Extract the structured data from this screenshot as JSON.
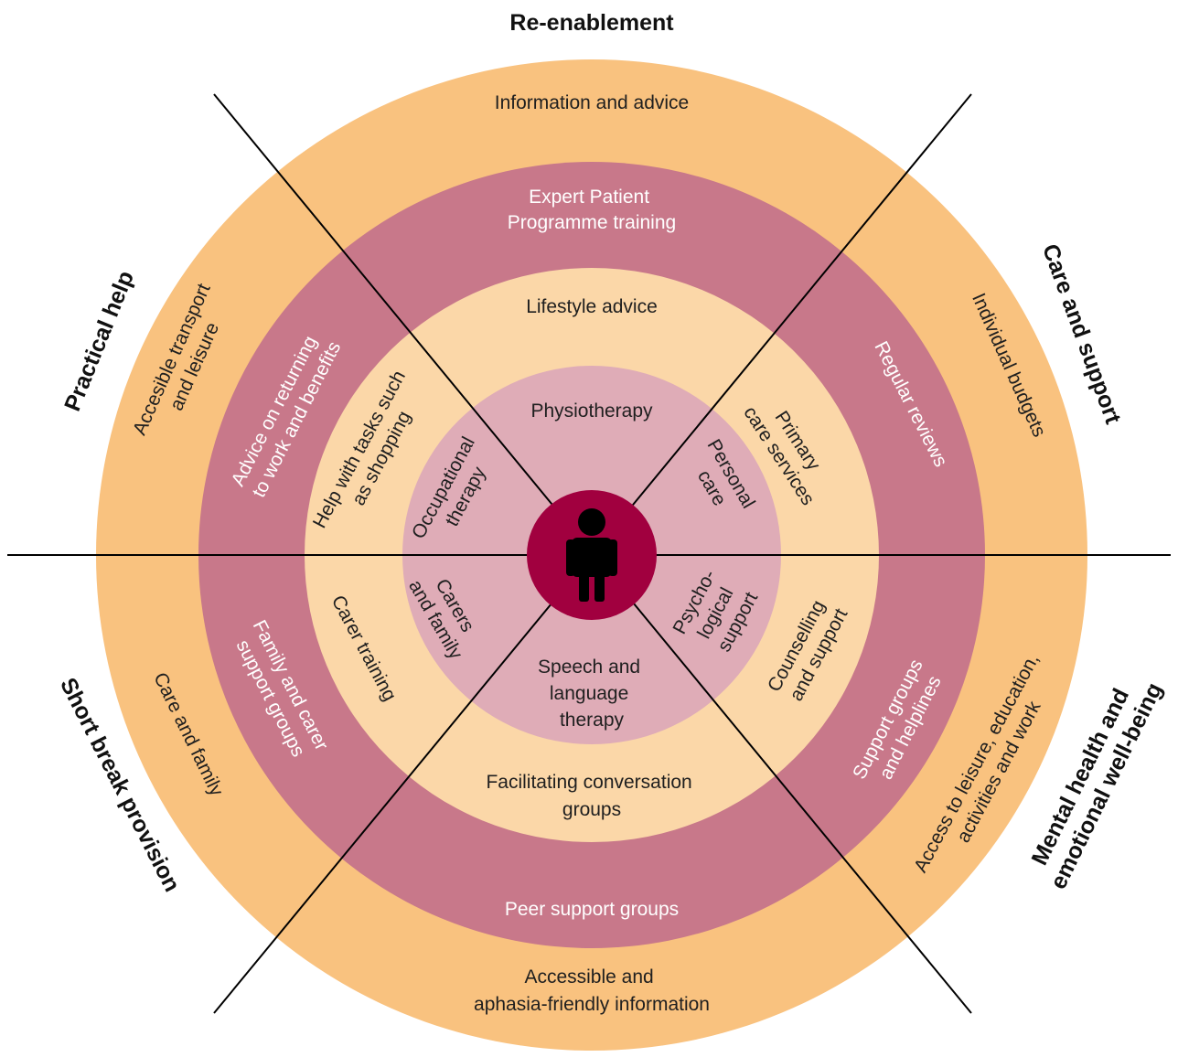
{
  "colors": {
    "outer_ring": "#f9c27f",
    "second_ring": "#c8788a",
    "third_ring": "#fbd7a8",
    "inner_ring": "#dfacb7",
    "center": "#a1003f",
    "person": "#000000",
    "lines": "#000000"
  },
  "center_icon": "person-icon",
  "headings": {
    "top": "Re-enablement",
    "upper_right": "Care and support",
    "lower_right": [
      "Mental health and",
      "emotional well-being"
    ],
    "lower_left": "Short break provision",
    "upper_left": "Practical help"
  },
  "outer_ring": {
    "top": "Information and advice",
    "upper_right": "Individual budgets",
    "lower_right": [
      "Access to leisure, education,",
      "activities and work"
    ],
    "bottom": [
      "Accessible and",
      "aphasia-friendly information"
    ],
    "lower_left": "Care and family",
    "upper_left": [
      "Accesible transport",
      "and leisure"
    ]
  },
  "second_ring": {
    "top": [
      "Expert Patient",
      "Programme training"
    ],
    "upper_right": "Regular reviews",
    "lower_right": [
      "Support groups",
      "and helplines"
    ],
    "bottom": "Peer support groups",
    "lower_left": [
      "Family and carer",
      "support groups"
    ],
    "upper_left": [
      "Advice on returning",
      "to work and benefits"
    ]
  },
  "third_ring": {
    "top": "Lifestyle advice",
    "upper_right": [
      "Primary",
      "care services"
    ],
    "lower_right": [
      "Counselling",
      "and support"
    ],
    "bottom": [
      "Facilitating conversation",
      "groups"
    ],
    "lower_left": "Carer training",
    "upper_left": [
      "Help with tasks such",
      "as shopping"
    ]
  },
  "inner_ring": {
    "top": "Physiotherapy",
    "upper_right": [
      "Personal",
      "care"
    ],
    "lower_right": [
      "Psycho-",
      "logical",
      "support"
    ],
    "bottom": [
      "Speech and",
      "language",
      "therapy"
    ],
    "lower_left": [
      "Carers",
      "and family"
    ],
    "upper_left": [
      "Occupational",
      "therapy"
    ]
  }
}
